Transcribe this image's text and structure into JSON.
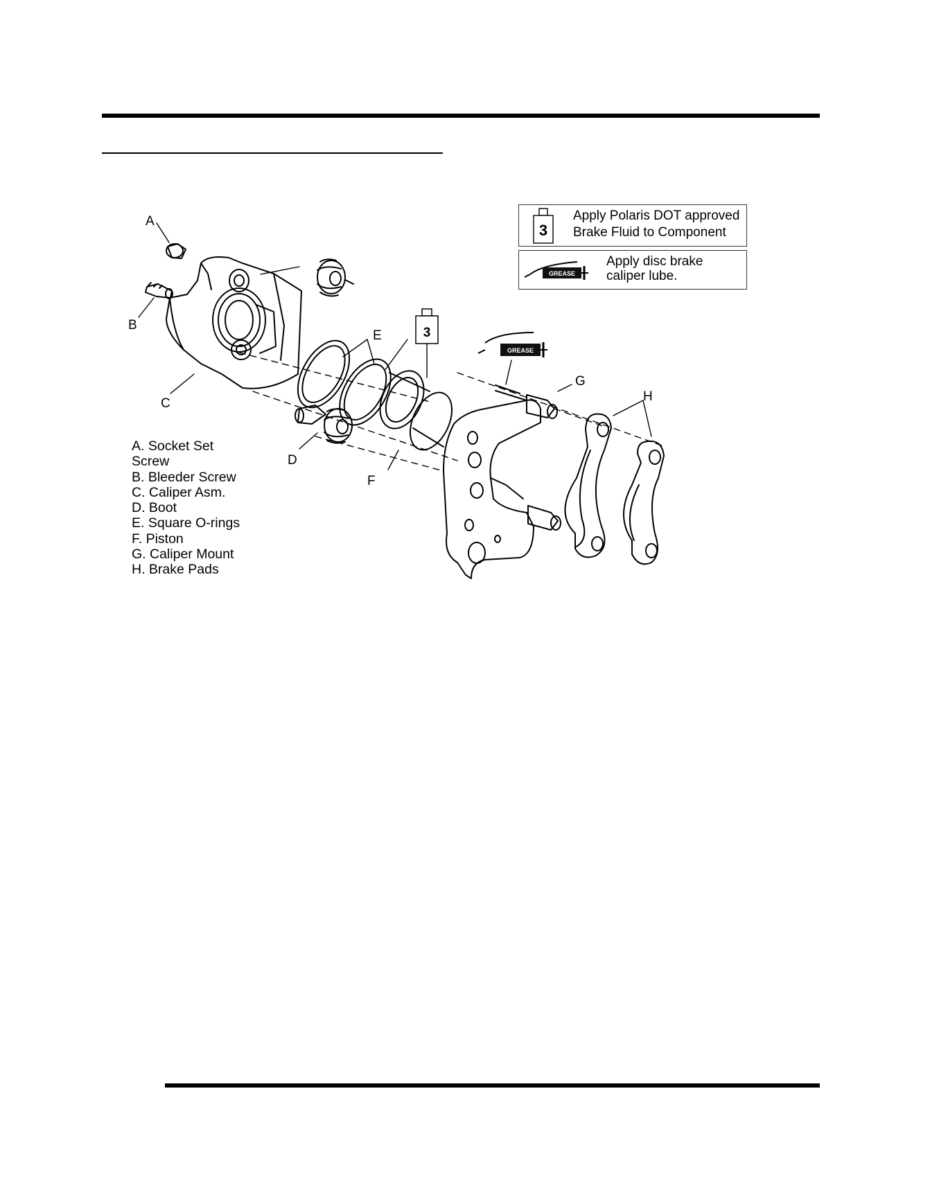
{
  "legend": {
    "fluid_icon_number": "3",
    "fluid_line1": "Apply Polaris DOT approved",
    "fluid_line2": "Brake Fluid to Component",
    "grease_icon_label": "GREASE",
    "grease_line1": "Apply disc brake",
    "grease_line2": "caliper lube."
  },
  "callouts": {
    "a": "A",
    "b": "B",
    "c": "C",
    "d": "D",
    "e": "E",
    "f": "F",
    "g": "G",
    "h": "H",
    "fluid_marker": "3",
    "grease_marker": "GREASE"
  },
  "parts": [
    "A. Socket Set",
    "Screw",
    "B. Bleeder Screw",
    "C. Caliper Asm.",
    "D. Boot",
    "E. Square O-rings",
    "F. Piston",
    "G. Caliper Mount",
    "H. Brake Pads"
  ]
}
